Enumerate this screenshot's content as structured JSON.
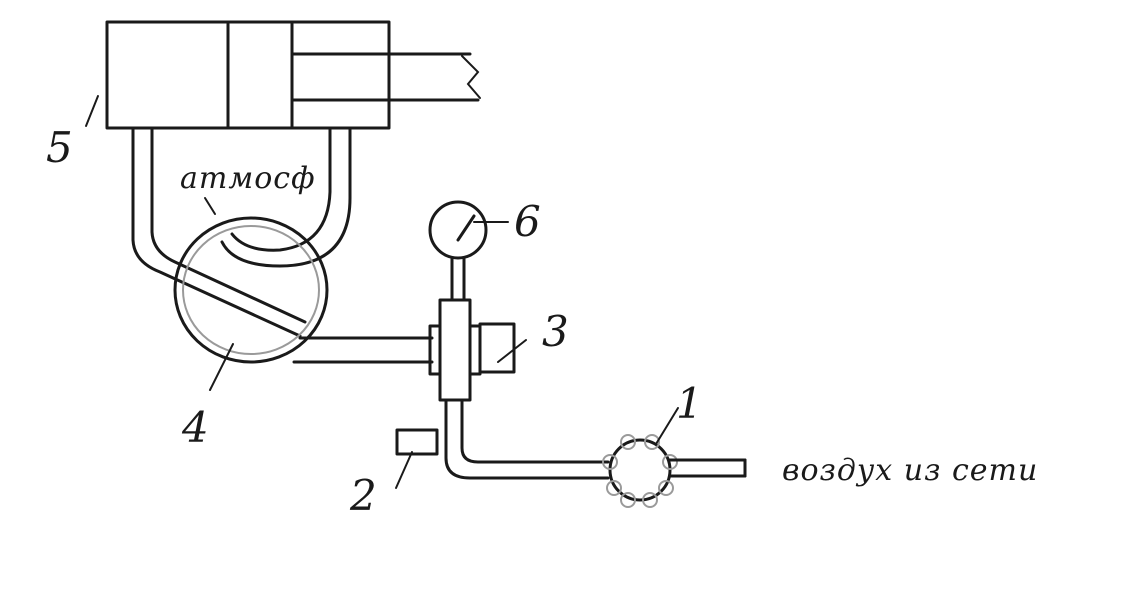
{
  "labels": {
    "n1": "1",
    "n2": "2",
    "n3": "3",
    "n4": "4",
    "n5": "5",
    "n6": "6",
    "atmosphere": "атмосф",
    "air_from_network": "воздух из сети"
  }
}
